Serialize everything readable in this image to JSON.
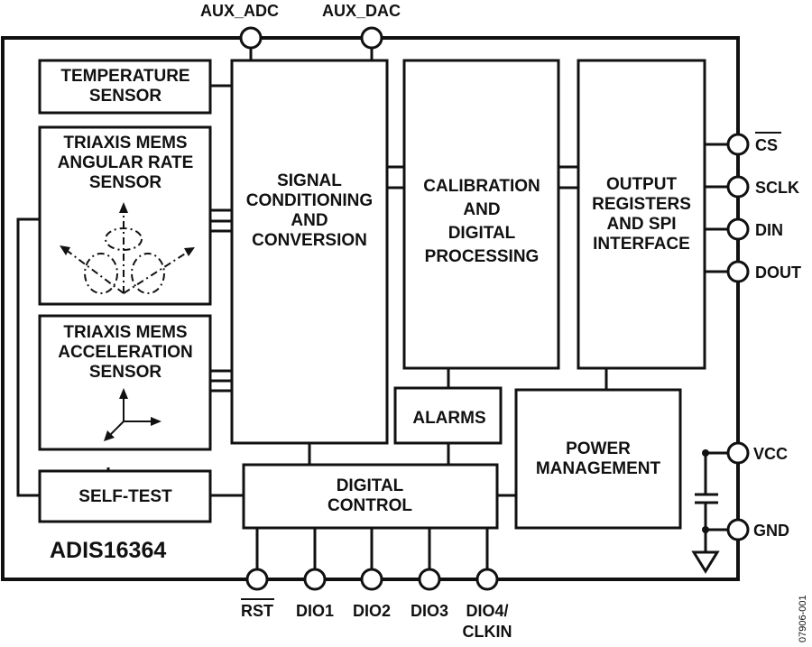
{
  "part_number": "ADIS16364",
  "figure_id": "07906-001",
  "blocks": {
    "temperature_sensor": [
      "TEMPERATURE",
      "SENSOR"
    ],
    "gyro": [
      "TRIAXIS MEMS",
      "ANGULAR RATE",
      "SENSOR"
    ],
    "accel": [
      "TRIAXIS MEMS",
      "ACCELERATION",
      "SENSOR"
    ],
    "self_test": [
      "SELF-TEST"
    ],
    "signal_conditioning": [
      "SIGNAL",
      "CONDITIONING",
      "AND",
      "CONVERSION"
    ],
    "calibration": [
      "CALIBRATION",
      "AND",
      "DIGITAL",
      "PROCESSING"
    ],
    "output_registers": [
      "OUTPUT",
      "REGISTERS",
      "AND SPI",
      "INTERFACE"
    ],
    "alarms": [
      "ALARMS"
    ],
    "power_management": [
      "POWER",
      "MANAGEMENT"
    ],
    "digital_control": [
      "DIGITAL",
      "CONTROL"
    ]
  },
  "pins": {
    "top": [
      "AUX_ADC",
      "AUX_DAC"
    ],
    "right": [
      "CS",
      "SCLK",
      "DIN",
      "DOUT"
    ],
    "power": [
      "VCC",
      "GND"
    ],
    "bottom": [
      "RST",
      "DIO1",
      "DIO2",
      "DIO3",
      "DIO4/",
      "CLKIN"
    ]
  }
}
